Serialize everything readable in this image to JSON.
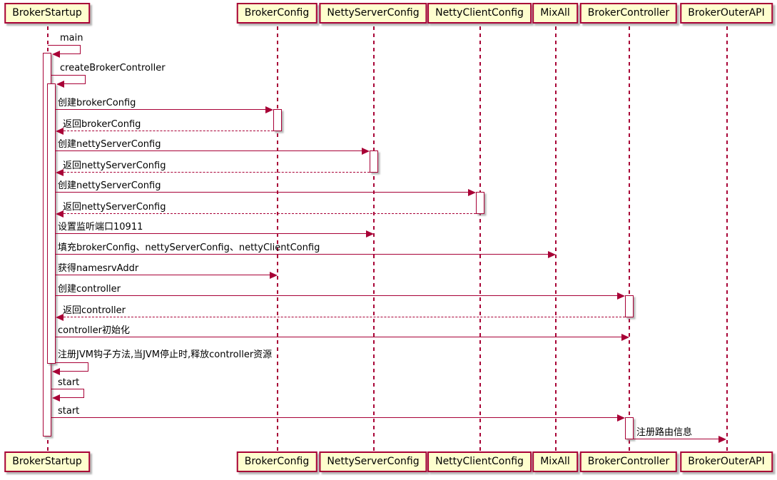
{
  "diagram": {
    "type": "uml-sequence",
    "colors": {
      "accent": "#A80036",
      "participant_fill": "#FEFECE",
      "activation_fill": "#FFFFFF",
      "background": "#FFFFFF",
      "text": "#000000"
    },
    "participants": [
      {
        "name": "BrokerStartup"
      },
      {
        "name": "BrokerConfig"
      },
      {
        "name": "NettyServerConfig"
      },
      {
        "name": "NettyClientConfig"
      },
      {
        "name": "MixAll"
      },
      {
        "name": "BrokerController"
      },
      {
        "name": "BrokerOuterAPI"
      }
    ],
    "messages": [
      {
        "label": "main",
        "from": "BrokerStartup",
        "to": "BrokerStartup",
        "type": "self"
      },
      {
        "label": "createBrokerController",
        "from": "BrokerStartup",
        "to": "BrokerStartup",
        "type": "self"
      },
      {
        "label": "创建brokerConfig",
        "from": "BrokerStartup",
        "to": "BrokerConfig",
        "type": "call"
      },
      {
        "label": "返回brokerConfig",
        "from": "BrokerConfig",
        "to": "BrokerStartup",
        "type": "return"
      },
      {
        "label": "创建nettyServerConfig",
        "from": "BrokerStartup",
        "to": "NettyServerConfig",
        "type": "call"
      },
      {
        "label": "返回nettyServerConfig",
        "from": "NettyServerConfig",
        "to": "BrokerStartup",
        "type": "return"
      },
      {
        "label": "创建nettyServerConfig",
        "from": "BrokerStartup",
        "to": "NettyClientConfig",
        "type": "call"
      },
      {
        "label": "返回nettyServerConfig",
        "from": "NettyClientConfig",
        "to": "BrokerStartup",
        "type": "return"
      },
      {
        "label": "设置监听端口10911",
        "from": "BrokerStartup",
        "to": "NettyServerConfig",
        "type": "call"
      },
      {
        "label": "填充brokerConfig、nettyServerConfig、nettyClientConfig",
        "from": "BrokerStartup",
        "to": "MixAll",
        "type": "call"
      },
      {
        "label": "获得namesrvAddr",
        "from": "BrokerStartup",
        "to": "BrokerConfig",
        "type": "call"
      },
      {
        "label": "创建controller",
        "from": "BrokerStartup",
        "to": "BrokerController",
        "type": "call"
      },
      {
        "label": "返回controller",
        "from": "BrokerController",
        "to": "BrokerStartup",
        "type": "return"
      },
      {
        "label": "controller初始化",
        "from": "BrokerStartup",
        "to": "BrokerController",
        "type": "call"
      },
      {
        "label": "注册JVM钩子方法,当JVM停止时,释放controller资源",
        "from": "BrokerStartup",
        "to": "BrokerStartup",
        "type": "self"
      },
      {
        "label": "start",
        "from": "BrokerStartup",
        "to": "BrokerStartup",
        "type": "self"
      },
      {
        "label": "start",
        "from": "BrokerStartup",
        "to": "BrokerController",
        "type": "call"
      },
      {
        "label": "注册路由信息",
        "from": "BrokerController",
        "to": "BrokerOuterAPI",
        "type": "call"
      }
    ]
  }
}
